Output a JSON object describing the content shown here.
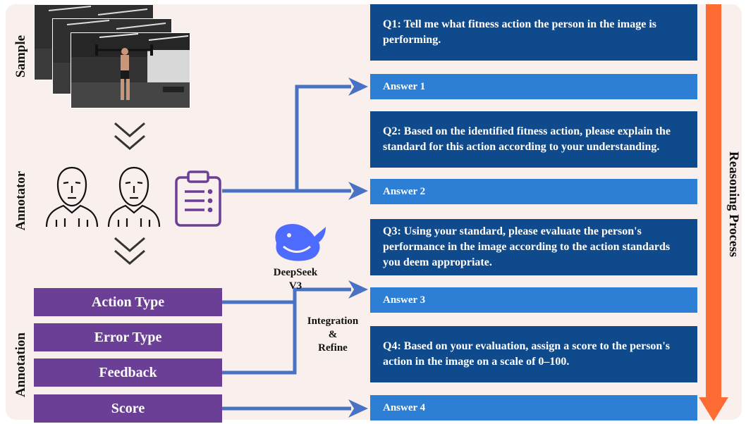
{
  "sections": {
    "sample": "Sample",
    "annotator": "Annotator",
    "annotation": "Annotation",
    "reasoning": "Reasoning Process"
  },
  "questions": [
    {
      "text": "Q1: Tell me what fitness action the person in the image is performing."
    },
    {
      "text": "Q2: Based on the identified fitness action, please explain the standard for this action according to your understanding."
    },
    {
      "text": "Q3: Using your standard, please evaluate the person's performance in the image according to the action standards you deem appropriate."
    },
    {
      "text": "Q4: Based on your evaluation, assign a score to the person's action in the image on a scale of 0–100."
    }
  ],
  "answers": [
    "Answer 1",
    "Answer 2",
    "Answer 3",
    "Answer 4"
  ],
  "annotation_fields": [
    "Action Type",
    "Error Type",
    "Feedback",
    "Score"
  ],
  "model": {
    "line1": "DeepSeek",
    "line2": "V3"
  },
  "integration": {
    "line1": "Integration",
    "line2": "&",
    "line3": "Refine"
  },
  "colors": {
    "panel": "#f9efec",
    "question_box": "#0e4a8c",
    "answer_box": "#2d7fd6",
    "annotation_box": "#6b3f96",
    "arrow_blue": "#4a72c4",
    "reasoning_arrow": "#ff6b35",
    "clipboard": "#6b3f96"
  },
  "icons": [
    "chevron-down-icon",
    "annotator-person-icon",
    "clipboard-icon",
    "deepseek-whale-icon"
  ]
}
